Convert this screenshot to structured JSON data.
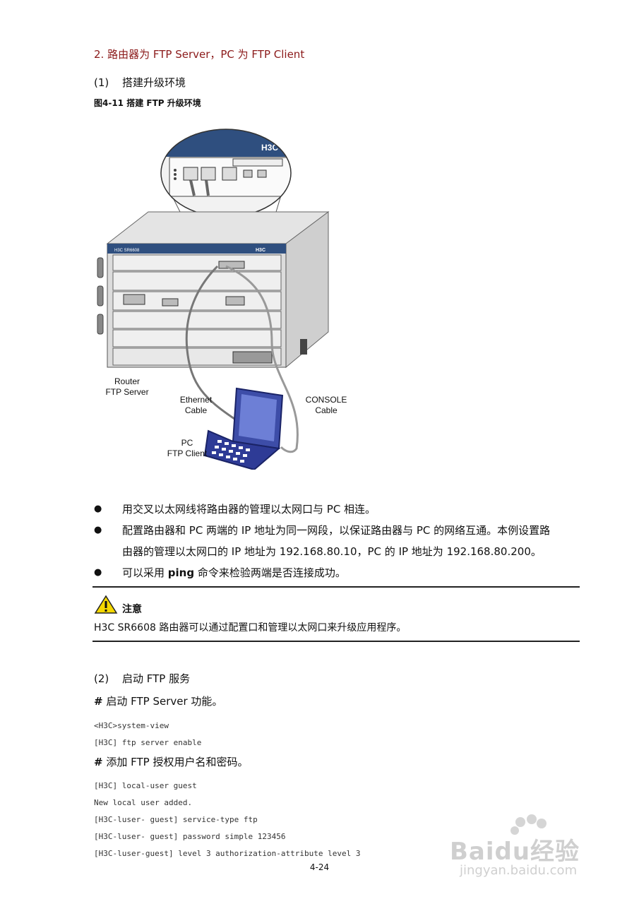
{
  "heading": "2. 路由器为 FTP Server，PC 为 FTP Client",
  "step1": {
    "num": "(1)",
    "label": "搭建升级环境"
  },
  "figure": {
    "caption": "图4-11  搭建 FTP 升级环境",
    "zoom_logo": "H3C",
    "router_logo": "H3C",
    "router_model": "H3C  SR6608",
    "router_label_1": "Router",
    "router_label_2": "FTP Server",
    "ethernet_label_1": "Ethernet",
    "ethernet_label_2": "Cable",
    "console_label_1": "CONSOLE",
    "console_label_2": "Cable",
    "pc_label_1": "PC",
    "pc_label_2": "FTP Client"
  },
  "bullets": [
    "用交叉以太网线将路由器的管理以太网口与 PC 相连。",
    "配置路由器和 PC 两端的 IP 地址为同一网段，以保证路由器与 PC 的网络互通。本例设置路",
    "由器的管理以太网口的 IP 地址为 192.168.80.10，PC 的 IP 地址为 192.168.80.200。"
  ],
  "bullet3": {
    "before": "可以采用 ",
    "bold": "ping",
    "after": " 命令来检验两端是否连接成功。"
  },
  "note": {
    "title": "注意",
    "body": "H3C SR6608 路由器可以通过配置口和管理以太网口来升级应用程序。"
  },
  "step2": {
    "num": "(2)",
    "label": "启动 FTP 服务"
  },
  "para1": {
    "hash": "#",
    "text": " 启动 FTP Server 功能。"
  },
  "code1": [
    "<H3C>system-view",
    "[H3C] ftp server enable"
  ],
  "para2": {
    "hash": "#",
    "text": " 添加 FTP 授权用户名和密码。"
  },
  "code2": [
    "[H3C] local-user guest",
    "New local user added.",
    "[H3C-luser- guest] service-type ftp",
    "[H3C-luser- guest] password simple 123456",
    "[H3C-luser-guest] level 3 authorization-attribute level 3"
  ],
  "page_number": "4-24",
  "watermark": {
    "brand": "Baidu经验",
    "url": "jingyan.baidu.com"
  }
}
